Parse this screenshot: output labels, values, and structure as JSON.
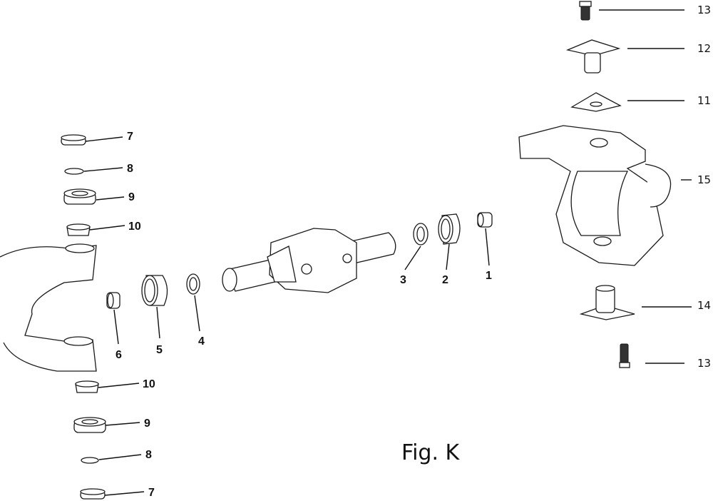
{
  "figure": {
    "caption": "Fig. K",
    "callouts": {
      "c1": "1",
      "c2": "2",
      "c3": "3",
      "c4": "4",
      "c5": "5",
      "c6": "6",
      "c7_top": "7",
      "c8_top": "8",
      "c9_top": "9",
      "c10_top": "10",
      "c10_bot": "10",
      "c9_bot": "9",
      "c8_bot": "8",
      "c7_bot": "7",
      "c11": "11",
      "c12": "12",
      "c13_top": "13",
      "c13_bot": "13",
      "c14": "14",
      "c15": "15"
    }
  }
}
